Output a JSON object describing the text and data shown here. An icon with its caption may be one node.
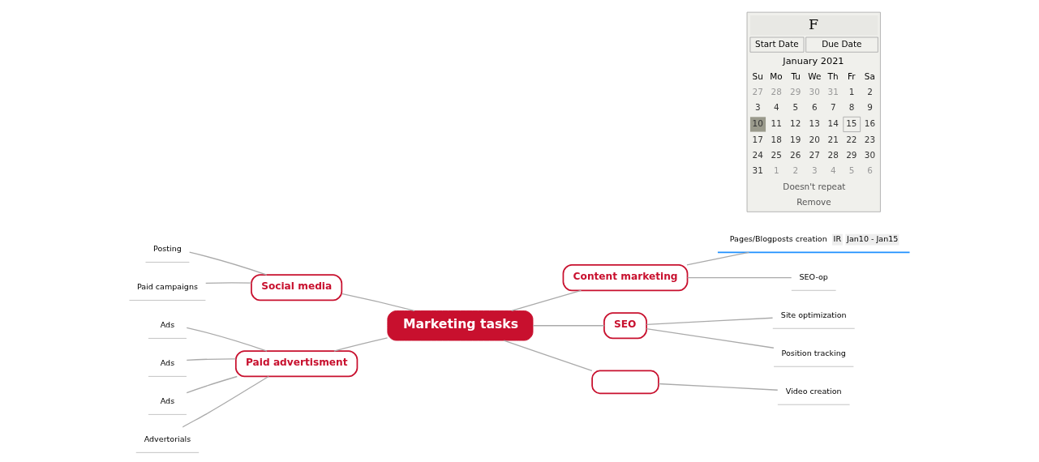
{
  "diagram": {
    "nodes": [
      {
        "text": [
          "Marketing tasks"
        ]
      },
      {
        "text": [
          "Social media"
        ]
      },
      {
        "text": [
          "Posting"
        ]
      },
      {
        "text": [
          "Paid campaigns"
        ]
      },
      {
        "text": [
          "Content marketing"
        ]
      },
      {
        "text": [
          "Pages/Blogposts creation",
          "IR",
          "Jan10 - Jan15"
        ]
      },
      {
        "text": [
          "SEO-op"
        ]
      },
      {
        "text": [
          "SEO"
        ]
      },
      {
        "text": [
          "Site optimization"
        ]
      },
      {
        "text": [
          "Position tracking"
        ]
      },
      {
        "text": [
          "Paid advertisment"
        ]
      },
      {
        "text": [
          "Ads"
        ]
      },
      {
        "text": [
          "Ads"
        ]
      },
      {
        "text": [
          "Ads"
        ]
      },
      {
        "text": [
          "Advertorials"
        ]
      },
      {
        "text": [],
        "shape": "box"
      },
      {
        "text": [
          "Video creation"
        ]
      }
    ],
    "edges": [
      {
        "from": 0,
        "to": 1,
        "arrow": "none"
      },
      {
        "from": 1,
        "to": 2,
        "arrow": "none"
      },
      {
        "from": 1,
        "to": 3,
        "arrow": "none"
      },
      {
        "from": 0,
        "to": 4,
        "arrow": "none"
      },
      {
        "from": 4,
        "to": 5,
        "arrow": "none"
      },
      {
        "from": 4,
        "to": 6,
        "arrow": "none"
      },
      {
        "from": 0,
        "to": 7,
        "arrow": "none"
      },
      {
        "from": 7,
        "to": 8,
        "arrow": "none"
      },
      {
        "from": 7,
        "to": 9,
        "arrow": "none"
      },
      {
        "from": 0,
        "to": 10,
        "arrow": "none"
      },
      {
        "from": 10,
        "to": 11,
        "arrow": "none"
      },
      {
        "from": 10,
        "to": 12,
        "arrow": "none"
      },
      {
        "from": 10,
        "to": 13,
        "arrow": "none"
      },
      {
        "from": 10,
        "to": 14,
        "arrow": "none"
      },
      {
        "from": 0,
        "to": 15,
        "arrow": "none"
      },
      {
        "from": 15,
        "to": 16,
        "arrow": "none"
      }
    ],
    "labels": [
      "F",
      "Start Date",
      "Due Date",
      "January 2021",
      "Su",
      "Mo",
      "Tu",
      "We",
      "Th",
      "Fr",
      "Sa",
      "27",
      "28",
      "29",
      "30",
      "31",
      "1",
      "2",
      "3",
      "4",
      "5",
      "6",
      "7",
      "8",
      "9",
      "10",
      "11",
      "12",
      "13",
      "14",
      "15",
      "16",
      "17",
      "18",
      "19",
      "20",
      "21",
      "22",
      "23",
      "24",
      "25",
      "26",
      "27",
      "28",
      "29",
      "30",
      "31",
      "1",
      "2",
      "3",
      "4",
      "5",
      "6",
      "Doesn't repeat",
      "Remove"
    ]
  }
}
